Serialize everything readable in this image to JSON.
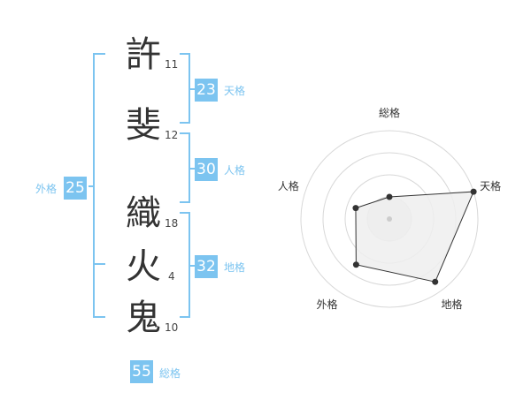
{
  "name": {
    "chars": [
      {
        "char": "許",
        "strokes": "11"
      },
      {
        "char": "斐",
        "strokes": "12"
      },
      {
        "char": "織",
        "strokes": "18"
      },
      {
        "char": "火",
        "strokes": "4"
      },
      {
        "char": "鬼",
        "strokes": "10"
      }
    ]
  },
  "kaku": {
    "tenkaku": {
      "value": "23",
      "label": "天格"
    },
    "jinkaku": {
      "value": "30",
      "label": "人格"
    },
    "chikaku": {
      "value": "32",
      "label": "地格"
    },
    "gaikaku": {
      "value": "25",
      "label": "外格"
    },
    "soukaku": {
      "value": "55",
      "label": "総格"
    }
  },
  "colors": {
    "accent": "#7cc4f0",
    "kanji": "#333333",
    "radar_fill": "#eeeeee",
    "radar_stroke": "#333333",
    "grid": "#d8d8d8"
  },
  "chart_data": {
    "type": "radar",
    "axes": [
      "総格",
      "天格",
      "地格",
      "外格",
      "人格"
    ],
    "values": [
      0.25,
      1.0,
      0.88,
      0.64,
      0.4
    ],
    "max": 1.0,
    "rings": 4
  }
}
